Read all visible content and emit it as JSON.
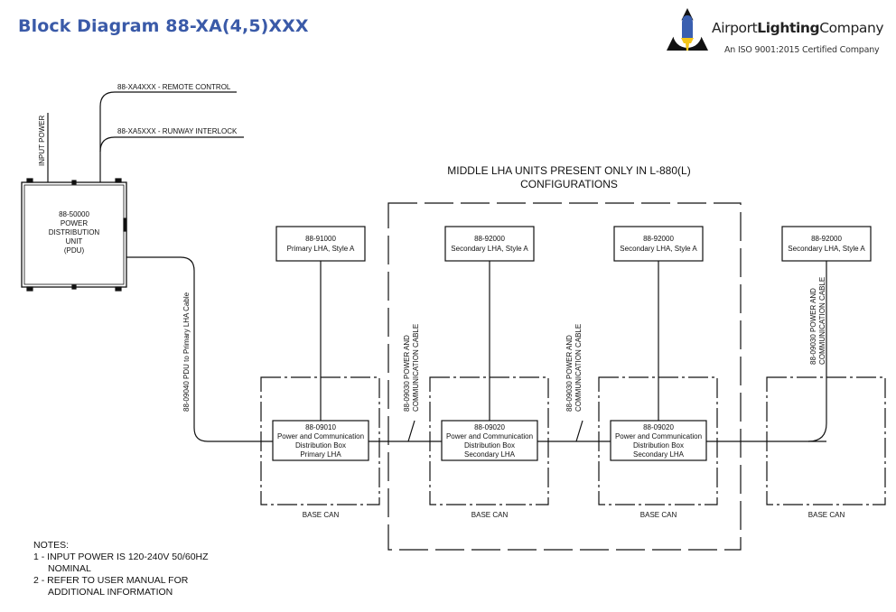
{
  "header": {
    "title": "Block Diagram 88-XA(4,5)XXX",
    "title_color": "#3a5aa8"
  },
  "logo": {
    "name_light_1": "Airport",
    "name_bold": "Lighting",
    "name_light_2": "Company",
    "tagline": "An ISO 9001:2015 Certified Company",
    "icon": "airport-light-triangle-icon",
    "accent_blue": "#3a5fb0",
    "accent_yellow": "#f5c518"
  },
  "diagram": {
    "pdu": {
      "lines": [
        "88-50000",
        "POWER",
        "DISTRIBUTION",
        "UNIT",
        "(PDU)"
      ]
    },
    "input_power_label": "INPUT POWER",
    "remote_control_label": "88-XA4XXX - REMOTE CONTROL",
    "runway_interlock_label": "88-XA5XXX - RUNWAY INTERLOCK",
    "pdu_cable_label": "88-09040 PDU to Primary LHA Cable",
    "middle_group_label": [
      "MIDDLE LHA UNITS PRESENT ONLY IN L-880(L)",
      "CONFIGURATIONS"
    ],
    "cable_label": [
      "88-09030 POWER AND",
      "COMMUNICATION CABLE"
    ],
    "base_can_label": "BASE CAN",
    "lha_units": [
      {
        "part": "88-91000",
        "desc": "Primary LHA, Style A"
      },
      {
        "part": "88-92000",
        "desc": "Secondary LHA, Style A"
      },
      {
        "part": "88-92000",
        "desc": "Secondary LHA, Style A"
      },
      {
        "part": "88-92000",
        "desc": "Secondary LHA, Style A"
      }
    ],
    "dist_boxes": [
      {
        "part": "88-09010",
        "line1": "Power and Communication",
        "line2": "Distribution Box",
        "line3": "Primary LHA"
      },
      {
        "part": "88-09020",
        "line1": "Power and Communication",
        "line2": "Distribution Box",
        "line3": "Secondary LHA"
      },
      {
        "part": "88-09020",
        "line1": "Power and Communication",
        "line2": "Distribution Box",
        "line3": "Secondary LHA"
      }
    ]
  },
  "notes": {
    "heading": "NOTES:",
    "items": [
      {
        "line1": "1 - INPUT POWER IS 120-240V 50/60HZ",
        "line2": "NOMINAL"
      },
      {
        "line1": "2 - REFER TO USER MANUAL FOR",
        "line2": "ADDITIONAL INFORMATION"
      }
    ]
  }
}
